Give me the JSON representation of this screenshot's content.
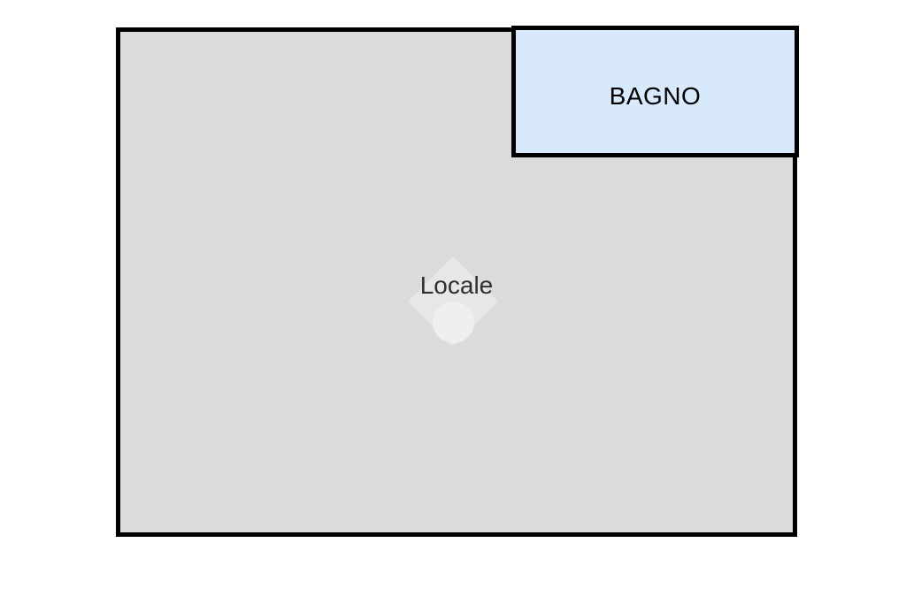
{
  "floorplan": {
    "type": "floor-plan",
    "background": "#ffffff",
    "wall_color": "#000000",
    "rooms": [
      {
        "label": "Locale",
        "fill": "#dbdbdb",
        "text_color": "#2f2f2f"
      },
      {
        "label": "BAGNO",
        "fill": "#d7e9fb",
        "text_color": "#000000"
      }
    ],
    "watermark": {
      "shapes": [
        "diamond",
        "circle"
      ],
      "diamond_color": "#e7e7e7",
      "circle_color": "#efefef"
    }
  }
}
